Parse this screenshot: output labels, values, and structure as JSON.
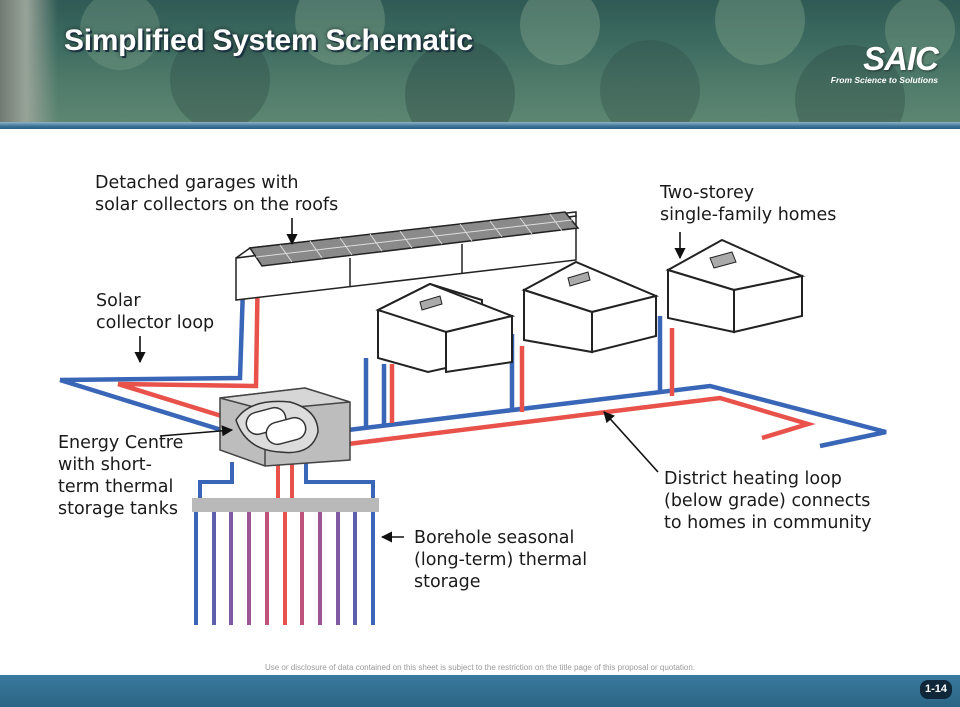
{
  "header": {
    "title": "Simplified System Schematic",
    "logo_mark": "SAIC",
    "logo_tagline": "From Science to Solutions",
    "brand_color": "#2b6584"
  },
  "labels": {
    "garages": "Detached garages with\nsolar collectors on the roofs",
    "homes": "Two-storey\nsingle-family homes",
    "solar_loop": "Solar\ncollector loop",
    "energy_centre": "Energy Centre\nwith short-\nterm thermal\nstorage tanks",
    "district_loop": "District heating loop\n(below grade) connects\nto homes in community",
    "borehole": "Borehole seasonal\n(long-term) thermal\nstorage"
  },
  "colors": {
    "hot_pipe": "#e8524a",
    "cold_pipe": "#3a66b8"
  },
  "footer": {
    "disclaimer": "Use or disclosure of data contained on this sheet is subject to the restriction on the title page of this proposal or quotation.",
    "page_number": "1-14"
  }
}
